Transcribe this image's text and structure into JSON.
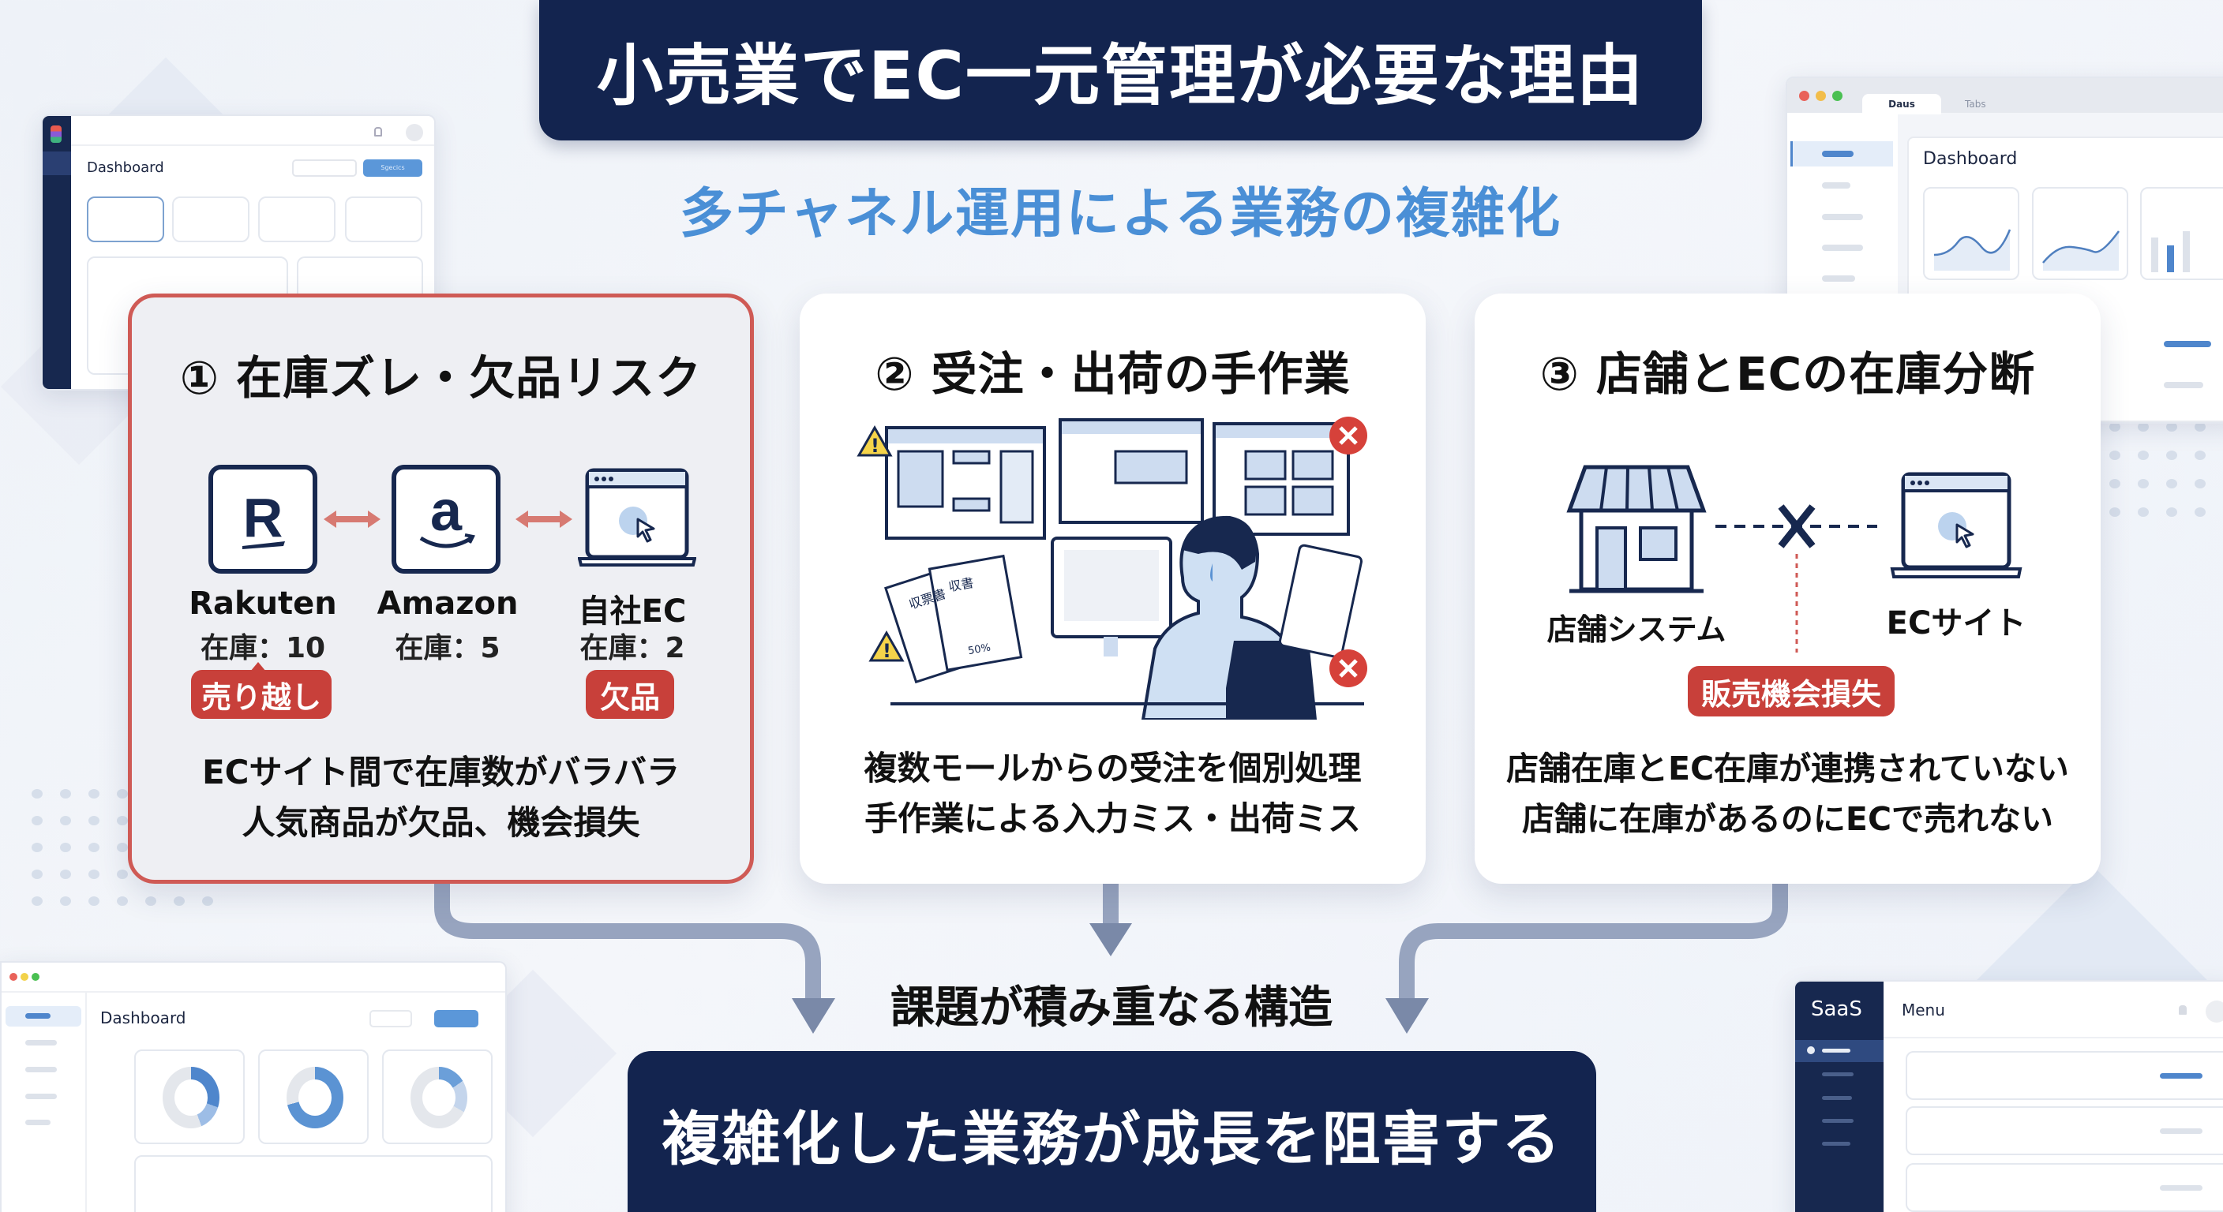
{
  "header": {
    "title": "小売業でEC一元管理が必要な理由",
    "subtitle": "多チャネル運用による業務の複雑化"
  },
  "cards": [
    {
      "title": "① 在庫ズレ・欠品リスク",
      "channels": [
        {
          "name": "Rakuten",
          "stock": "在庫：10",
          "icon": "rakuten-logo-icon",
          "tag": "売り越し"
        },
        {
          "name": "Amazon",
          "stock": "在庫：5",
          "icon": "amazon-logo-icon",
          "tag": ""
        },
        {
          "name": "自社EC",
          "stock": "在庫：2",
          "icon": "browser-cursor-icon",
          "tag": "欠品"
        }
      ],
      "description": [
        "ECサイト間で在庫数がバラバラ",
        "人気商品が欠品、機会損失"
      ],
      "highlight": true
    },
    {
      "title": "② 受注・出荷の手作業",
      "illustration": "worker-multiple-screens-illustration",
      "illustration_text": {
        "doc1": "収票書",
        "doc2": "収書",
        "percent": "50%"
      },
      "description": [
        "複数モールからの受注を個別処理",
        "手作業による入力ミス・出荷ミス"
      ]
    },
    {
      "title": "③ 店舗とECの在庫分断",
      "left_label": "店舗システム",
      "right_label": "ECサイト",
      "tag": "販売機会損失",
      "description": [
        "店舗在庫とEC在庫が連携されていない",
        "店舗に在庫があるのにECで売れない"
      ]
    }
  ],
  "flow": {
    "middle_label": "課題が積み重なる構造",
    "conclusion": "複雑化した業務が成長を阻害する"
  },
  "background_mockups": {
    "top_left": {
      "title": "Dashboard",
      "button": "Sgecics"
    },
    "top_right": {
      "tabs": [
        "Daus",
        "Tabs"
      ],
      "title": "Dashboard"
    },
    "bottom_left": {
      "title": "Dashboard"
    },
    "bottom_right": {
      "brand": "SaaS",
      "title": "Menu"
    }
  },
  "colors": {
    "navy": "#13244f",
    "accent_blue": "#4a8fd6",
    "alert_red": "#c8403a",
    "card_border_red": "#cf5a55",
    "connector": "#8d9bb8"
  }
}
